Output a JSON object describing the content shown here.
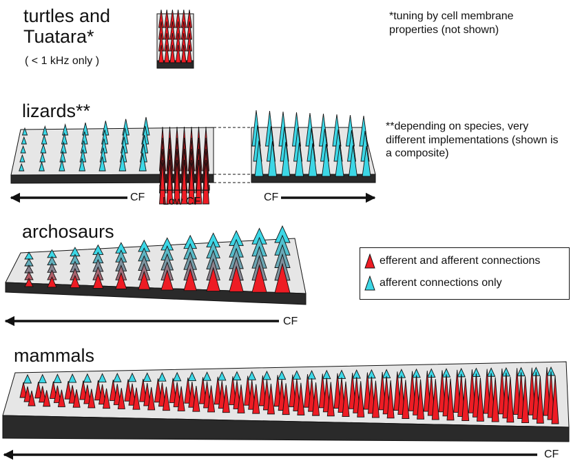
{
  "colors": {
    "red": "#ee1c24",
    "cyan": "#3cd7e6",
    "platform": "#e6e6e6",
    "platform_side": "#2a2a2a",
    "outline": "#111111"
  },
  "sections": {
    "turtles": {
      "title": "turtles and Tuatara*",
      "subtitle": "( < 1 kHz only )",
      "note": "*tuning by cell membrane properties (not shown)"
    },
    "lizards": {
      "title": "lizards**",
      "note": "**depending on species, very different implementations (shown is a composite)",
      "cf_left": "CF",
      "low_cf": "Low CF",
      "cf_right": "CF"
    },
    "archosaurs": {
      "title": "archosaurs",
      "cf": "CF"
    },
    "mammals": {
      "title": "mammals",
      "cf": "CF"
    }
  },
  "legend": {
    "efferent": "efferent and afferent connections",
    "afferent": "afferent connections only",
    "efferent_icon": "red-triangle-icon",
    "afferent_icon": "cyan-triangle-icon"
  }
}
